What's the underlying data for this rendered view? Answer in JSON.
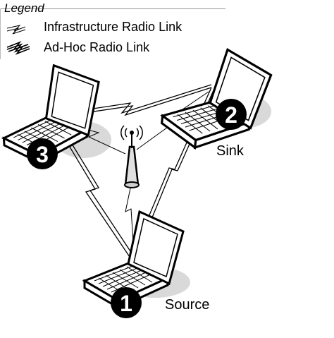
{
  "legend": {
    "title": "Legend",
    "items": [
      {
        "label": "Infrastructure Radio Link",
        "icon": "infrastructure-link-icon"
      },
      {
        "label": "Ad-Hoc Radio Link",
        "icon": "adhoc-link-icon"
      }
    ]
  },
  "nodes": [
    {
      "id": "node-1",
      "number": "1",
      "label": "Source"
    },
    {
      "id": "node-2",
      "number": "2",
      "label": "Sink"
    },
    {
      "id": "node-3",
      "number": "3",
      "label": ""
    }
  ],
  "colors": {
    "ink": "#000000",
    "shadow": "#d9d9d9",
    "laptop_fill": "#ffffff",
    "badge_fill": "#000000",
    "badge_text": "#ffffff"
  }
}
